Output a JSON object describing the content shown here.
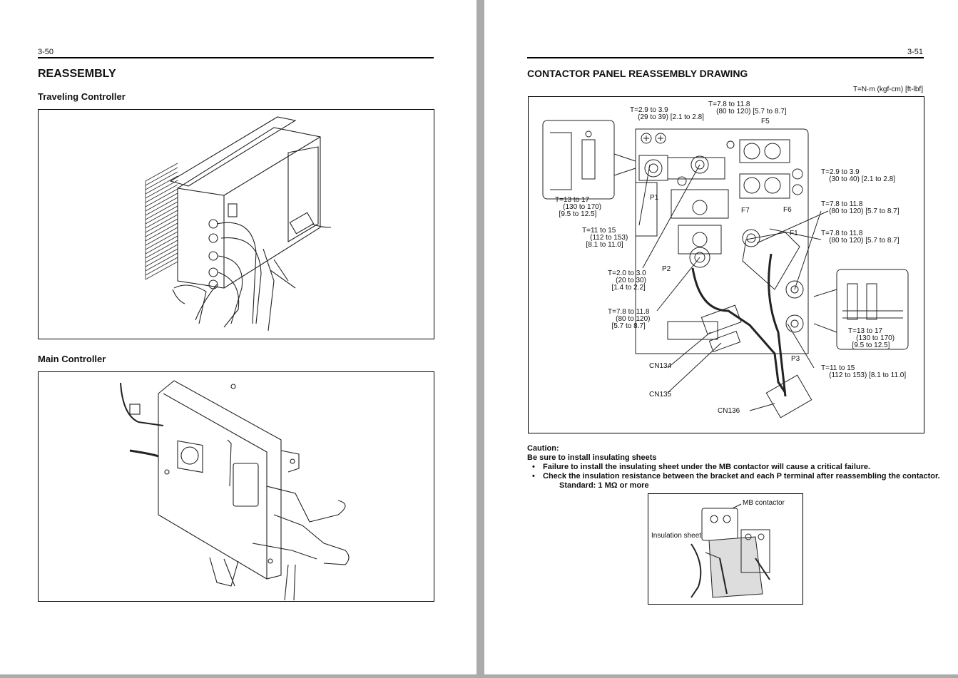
{
  "left_page": {
    "page_number": "3-50",
    "title": "REASSEMBLY",
    "sections": [
      {
        "heading": "Traveling Controller"
      },
      {
        "heading": "Main Controller"
      }
    ]
  },
  "right_page": {
    "page_number": "3-51",
    "title": "CONTACTOR PANEL REASSEMBLY DRAWING",
    "units_note": "T=N·m (kgf-cm) [ft-lbf]",
    "labels": {
      "t_29_39": "T=2.9 to 3.9\n    (29 to 39) [2.1 to 2.8]",
      "t_78_top": "T=7.8 to 11.8\n    (80 to 120) [5.7 to 8.7]",
      "f5": "F5",
      "t_29_40": "T=2.9 to 3.9\n    (30 to 40) [2.1 to 2.8]",
      "t_13_17_left": "T=13 to 17\n    (130 to 170)\n  [9.5 to 12.5]",
      "p1": "P1",
      "f7": "F7",
      "f6": "F6",
      "t_78_r1": "T=7.8 to 11.8\n    (80 to 120) [5.7 to 8.7]",
      "t_11_15_left": "T=11 to 15\n    (112 to 153)\n  [8.1 to 11.0]",
      "f1": "F1",
      "t_78_r2": "T=7.8 to 11.8\n    (80 to 120) [5.7 to 8.7]",
      "p2": "P2",
      "t_20_30": "T=2.0 to 3.0\n    (20 to 30)\n  [1.4 to 2.2]",
      "t_78_left": "T=7.8 to 11.8\n    (80 to 120)\n  [5.7 to 8.7]",
      "t_13_17_right": "T=13 to 17\n    (130 to 170)\n  [9.5 to 12.5]",
      "p3": "P3",
      "t_11_15_right": "T=11 to 15\n    (112 to 153) [8.1 to 11.0]",
      "cn134": "CN134",
      "cn135": "CN135",
      "cn136": "CN136"
    },
    "caution": {
      "title": "Caution:",
      "line1": "Be sure to install insulating sheets",
      "bullets": [
        "Failure to install the insulating sheet under the MB contactor will cause a critical failure.",
        "Check the insulation resistance between the bracket and each P terminal after reassembling the contactor."
      ],
      "standard": "Standard: 1 MΩ or more"
    },
    "photo_labels": {
      "mb_contactor": "MB contactor",
      "insulation_sheet": "Insulation sheet"
    }
  }
}
